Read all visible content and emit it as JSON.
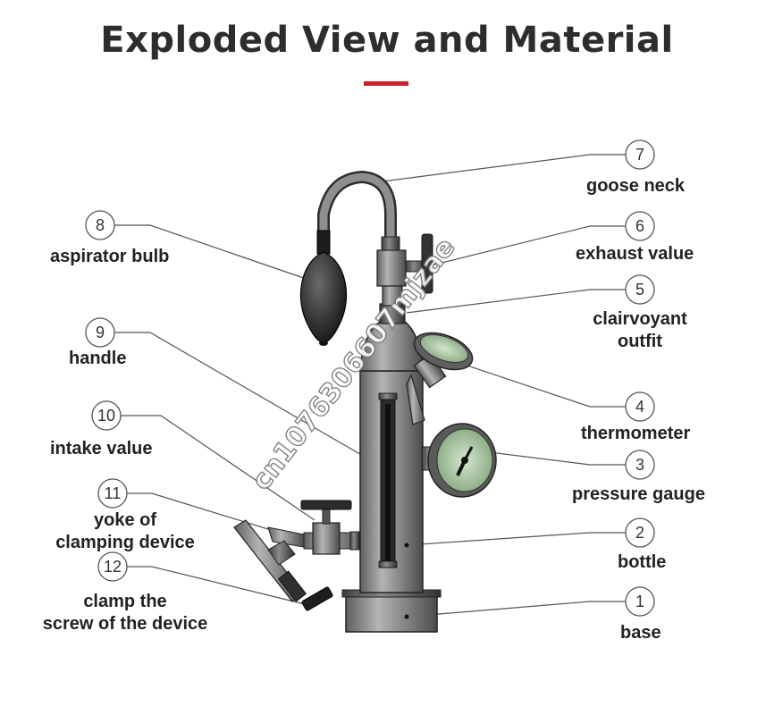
{
  "title": "Exploded View and Material",
  "accent_color": "#c8222a",
  "watermark": "cn1076306607mjzae",
  "callouts": [
    {
      "num": "1",
      "label": "base"
    },
    {
      "num": "2",
      "label": "bottle"
    },
    {
      "num": "3",
      "label": "pressure gauge"
    },
    {
      "num": "4",
      "label": "thermometer"
    },
    {
      "num": "5",
      "label_line1": "clairvoyant",
      "label_line2": "outfit"
    },
    {
      "num": "6",
      "label": "exhaust value"
    },
    {
      "num": "7",
      "label": "goose neck"
    },
    {
      "num": "8",
      "label": "aspirator bulb"
    },
    {
      "num": "9",
      "label": "handle"
    },
    {
      "num": "10",
      "label": "intake value"
    },
    {
      "num": "11",
      "label_line1": "yoke of",
      "label_line2": "clamping device"
    },
    {
      "num": "12",
      "label_line1": "clamp the",
      "label_line2": "screw of the device"
    }
  ]
}
